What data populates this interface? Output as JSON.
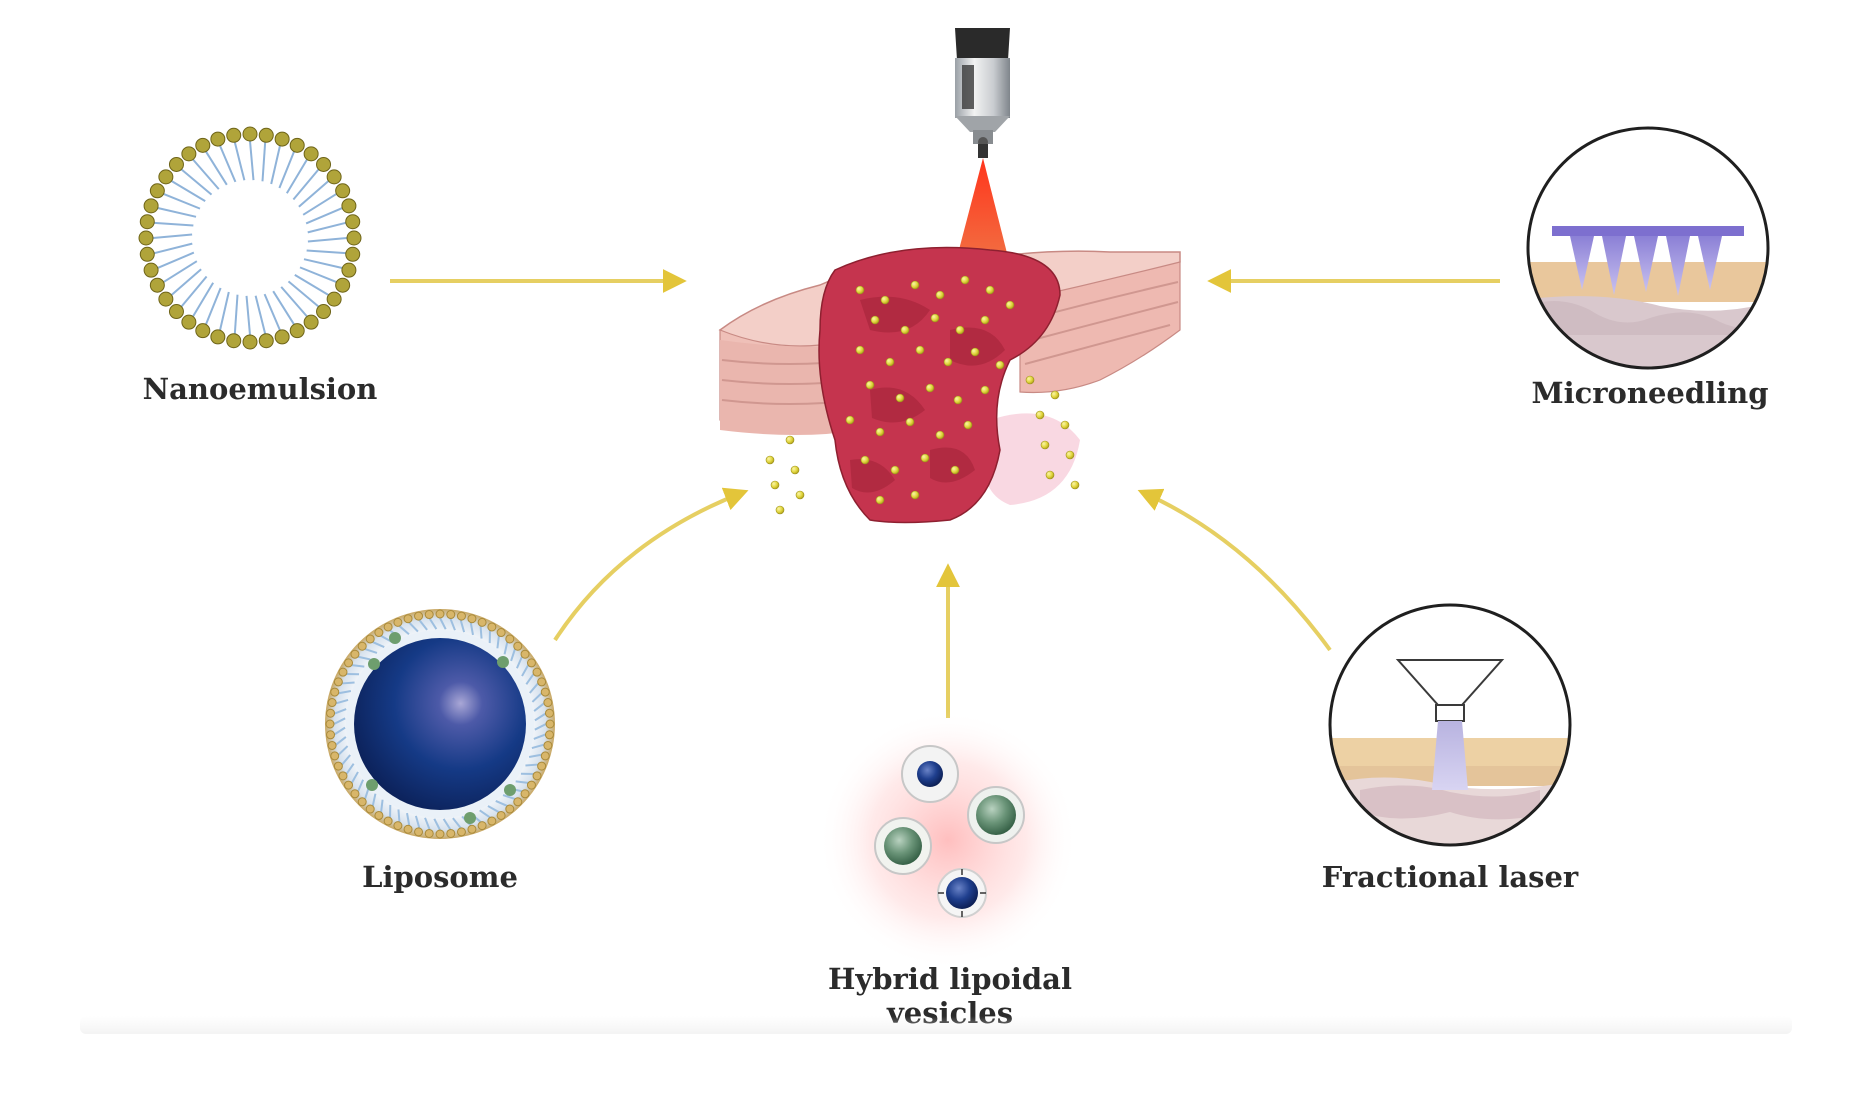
{
  "labels": {
    "nanoemulsion": "Nanoemulsion",
    "microneedling": "Microneedling",
    "liposome": "Liposome",
    "fractional_laser": "Fractional laser",
    "hybrid_line1": "Hybrid lipoidal",
    "hybrid_line2": "vesicles"
  },
  "colors": {
    "arrow": "#e3c53a",
    "lesion": "#c5344e",
    "skin": "#f1c6c0",
    "laser": "#e5331f",
    "particle": "#e8e34a",
    "liposome_core": "#13357a",
    "outline": "#2b2b2b"
  },
  "icons": [
    "nanoemulsion-icon",
    "microneedling-icon",
    "liposome-icon",
    "fractional-laser-icon",
    "hybrid-vesicles-icon",
    "laser-device-icon",
    "skin-lesion-icon"
  ]
}
